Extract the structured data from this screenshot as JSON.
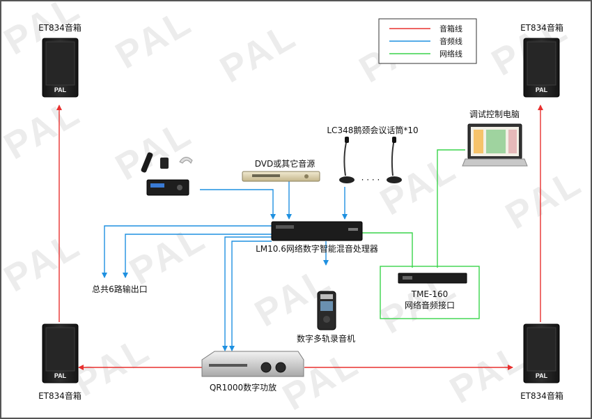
{
  "legend": {
    "items": [
      {
        "label": "音箱线",
        "color": "#e8302f"
      },
      {
        "label": "音频线",
        "color": "#1e90e0"
      },
      {
        "label": "网络线",
        "color": "#39d44a"
      }
    ]
  },
  "speakers": {
    "top_left": "ET834音箱",
    "top_right": "ET834音箱",
    "bottom_left": "ET834音箱",
    "bottom_right": "ET834音箱",
    "logo": "PAL"
  },
  "devices": {
    "dvd": "DVD或其它音源",
    "mic": "LC348鹅颈会议话筒*10",
    "mic_dots": "· · · ·",
    "pc": "调试控制电脑",
    "processor": "LM10.6网络数字智能混音处理器",
    "outputs": "总共6路输出口",
    "tme_line1": "TME-160",
    "tme_line2": "网络音频接口",
    "recorder": "数字多轨录音机",
    "amp": "QR1000数字功放"
  },
  "watermark": "PAL",
  "colors": {
    "speaker_line": "#e8302f",
    "audio_line": "#1e90e0",
    "network_line": "#39d44a"
  }
}
